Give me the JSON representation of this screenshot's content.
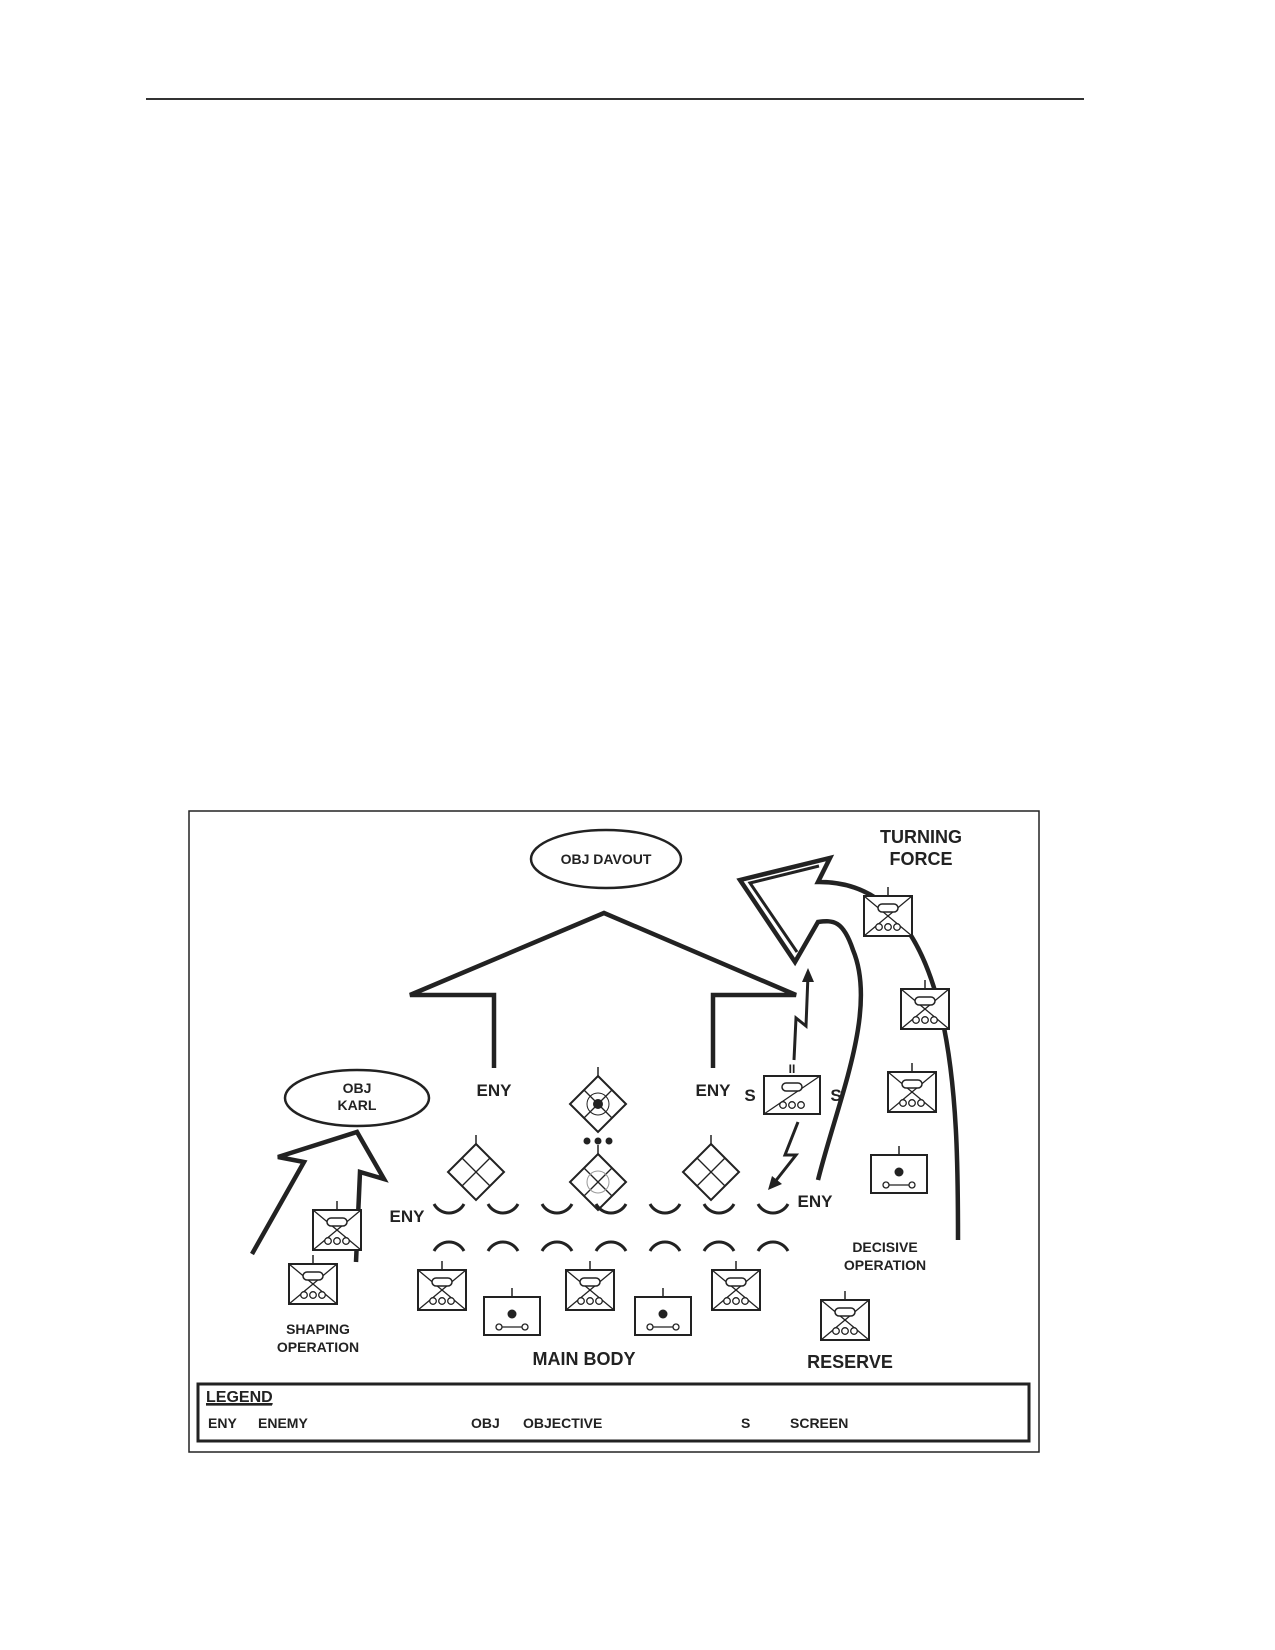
{
  "diagram": {
    "objectives": {
      "davout": "OBJ DAVOUT",
      "karl_line1": "OBJ",
      "karl_line2": "KARL"
    },
    "labels": {
      "turning_force_line1": "TURNING",
      "turning_force_line2": "FORCE",
      "eny_left_arrow": "ENY",
      "eny_right_arrow": "ENY",
      "eny_left_flank": "ENY",
      "eny_right_flank": "ENY",
      "screen_left": "S",
      "screen_right": "S",
      "screen_echelon": "II",
      "decisive_line1": "DECISIVE",
      "decisive_line2": "OPERATION",
      "shaping_line1": "SHAPING",
      "shaping_line2": "OPERATION",
      "main_body": "MAIN BODY",
      "reserve": "RESERVE"
    },
    "legend": {
      "title": "LEGEND",
      "entries": [
        {
          "abbr": "ENY",
          "meaning": "ENEMY"
        },
        {
          "abbr": "OBJ",
          "meaning": "OBJECTIVE"
        },
        {
          "abbr": "S",
          "meaning": "SCREEN"
        }
      ]
    },
    "colors": {
      "ink": "#222222",
      "fill_gray": "#e6e6e6",
      "background": "#ffffff"
    }
  }
}
